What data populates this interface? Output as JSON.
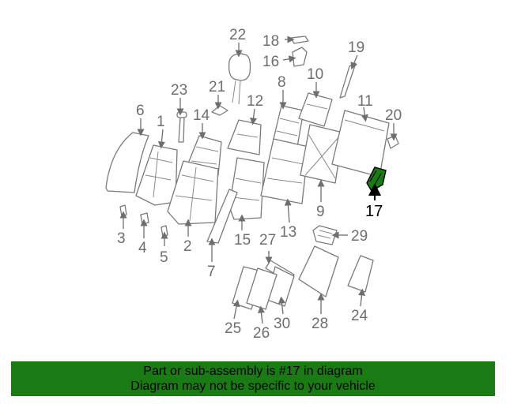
{
  "highlight_part": "17",
  "highlight_color": "#1a7a14",
  "banner": {
    "line1": "Part or sub-assembly is #17 in diagram",
    "line2": "Diagram may not be specific to your vehicle",
    "color": "#1a7a14"
  },
  "callouts": {
    "c1": "1",
    "c2": "2",
    "c3": "3",
    "c4": "4",
    "c5": "5",
    "c6": "6",
    "c7": "7",
    "c8": "8",
    "c9": "9",
    "c10": "10",
    "c11": "11",
    "c12": "12",
    "c13": "13",
    "c14": "14",
    "c15": "15",
    "c16": "16",
    "c17": "17",
    "c18": "18",
    "c19": "19",
    "c20": "20",
    "c21": "21",
    "c22": "22",
    "c23": "23",
    "c24": "24",
    "c25": "25",
    "c26": "26",
    "c27": "27",
    "c28": "28",
    "c29": "29",
    "c30": "30"
  }
}
